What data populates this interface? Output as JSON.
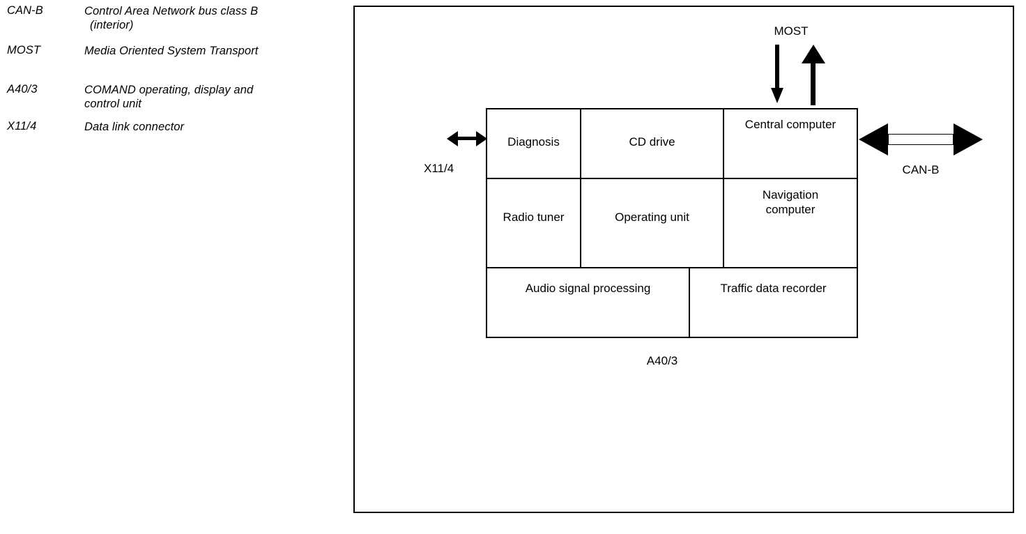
{
  "legend": {
    "rows": [
      {
        "term": "CAN-B",
        "definition": "Control Area Network bus class B",
        "definition_line2": "(interior)"
      },
      {
        "term": "MOST",
        "definition": "Media Oriented System Transport",
        "definition_line2": ""
      },
      {
        "term": "A40/3",
        "definition": "COMAND operating, display and",
        "definition_line2": "control unit"
      },
      {
        "term": "X11/4",
        "definition": "Data link connector",
        "definition_line2": ""
      }
    ]
  },
  "diagram": {
    "unit_caption": "A40/3",
    "cells": [
      {
        "label": "Diagnosis"
      },
      {
        "label": "CD drive"
      },
      {
        "label": "Central computer"
      },
      {
        "label": "Radio tuner"
      },
      {
        "label": "Operating unit"
      },
      {
        "label": "Navigation computer",
        "line1": "Navigation",
        "line2": "computer"
      },
      {
        "label": "Audio signal processing"
      },
      {
        "label": "Traffic data recorder"
      }
    ],
    "connections": {
      "top_label": "MOST",
      "left_label": "X11/4",
      "right_label": "CAN-B"
    }
  },
  "colors": {
    "line": "#000000",
    "background": "#ffffff",
    "text": "#000000"
  }
}
